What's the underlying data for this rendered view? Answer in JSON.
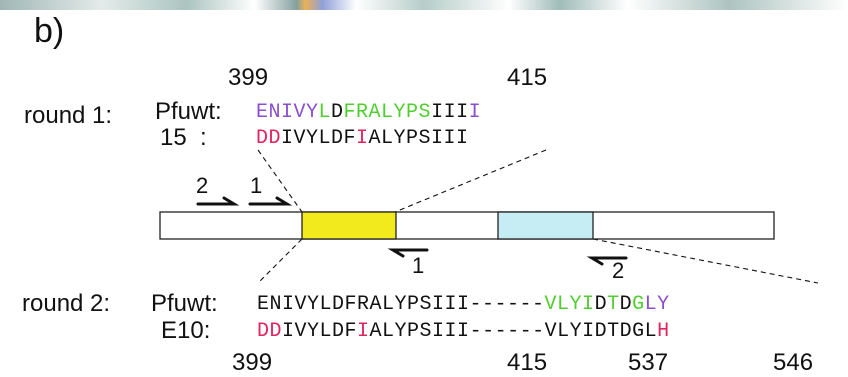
{
  "panel_label": "b)",
  "round1": {
    "label": "round 1:",
    "pos_start": "399",
    "pos_end": "415",
    "seq_a_name": "Pfuwt:",
    "seq_b_name": "15  :",
    "seq_a": [
      {
        "t": "ENIVY",
        "c": "#8a4fd0"
      },
      {
        "t": "L",
        "c": "#4fcf2f"
      },
      {
        "t": "D",
        "c": "#111111"
      },
      {
        "t": "FRALYPS",
        "c": "#4fcf2f"
      },
      {
        "t": "III",
        "c": "#111111"
      },
      {
        "t": "I",
        "c": "#8a4fd0"
      }
    ],
    "seq_b": [
      {
        "t": "DD",
        "c": "#e0245e"
      },
      {
        "t": "IVYLDF",
        "c": "#111111"
      },
      {
        "t": "I",
        "c": "#e0245e"
      },
      {
        "t": "ALYPSIII",
        "c": "#111111"
      }
    ]
  },
  "gene": {
    "primer_fwd_2": "2",
    "primer_fwd_1": "1",
    "primer_rev_1": "1",
    "primer_rev_2": "2",
    "colors": {
      "region1": "#f2ea1c",
      "region2": "#c6ecf4"
    }
  },
  "round2": {
    "label": "round 2:",
    "seq_a_name": "Pfuwt:",
    "seq_b_name": "E10:",
    "pos_399": "399",
    "pos_415": "415",
    "pos_537": "537",
    "pos_546": "546",
    "seq_a": [
      {
        "t": "ENIVYLDFRALYPSIII------",
        "c": "#111111"
      },
      {
        "t": "VLYI",
        "c": "#4fcf2f"
      },
      {
        "t": "D",
        "c": "#111111"
      },
      {
        "t": "T",
        "c": "#4fcf2f"
      },
      {
        "t": "D",
        "c": "#111111"
      },
      {
        "t": "G",
        "c": "#4fcf2f"
      },
      {
        "t": "LY",
        "c": "#8a4fd0"
      }
    ],
    "seq_b": [
      {
        "t": "DD",
        "c": "#e0245e"
      },
      {
        "t": "IVYLDF",
        "c": "#111111"
      },
      {
        "t": "I",
        "c": "#e0245e"
      },
      {
        "t": "ALYPSIII------VLYIDTDGL",
        "c": "#111111"
      },
      {
        "t": "H",
        "c": "#e0245e"
      }
    ]
  }
}
